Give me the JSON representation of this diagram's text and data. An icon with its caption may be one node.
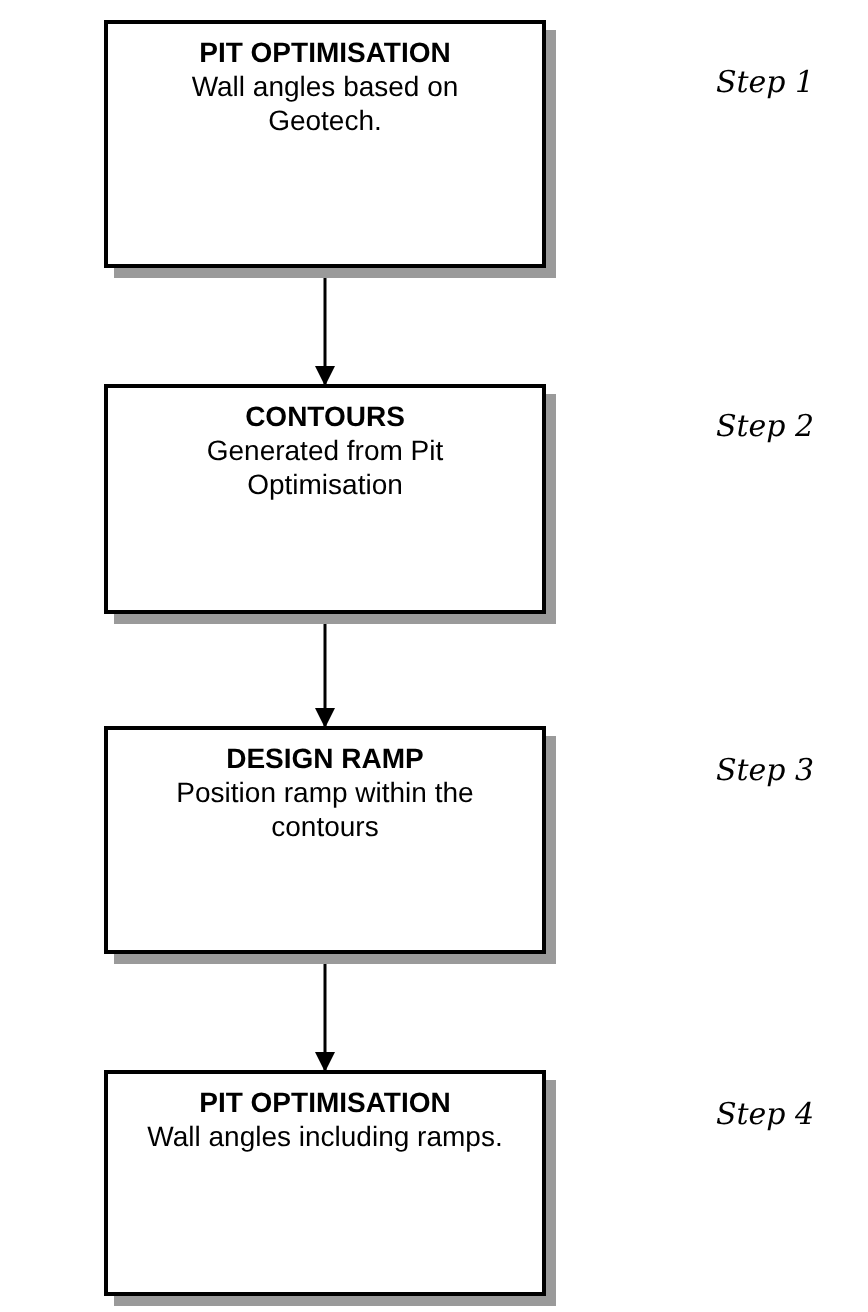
{
  "diagram": {
    "nodes": [
      {
        "text": [
          "PIT OPTIMISATION",
          "Wall angles based on Geotech."
        ]
      },
      {
        "text": [
          "CONTOURS",
          "Generated from Pit Optimisation"
        ]
      },
      {
        "text": [
          "DESIGN RAMP",
          "Position ramp within the contours"
        ]
      },
      {
        "text": [
          "PIT OPTIMISATION",
          "Wall angles including ramps."
        ]
      }
    ],
    "edges": [
      {
        "from": 0,
        "to": 1,
        "arrow": "to"
      },
      {
        "from": 1,
        "to": 2,
        "arrow": "to"
      },
      {
        "from": 2,
        "to": 3,
        "arrow": "to"
      }
    ],
    "labels": [
      "Step 1",
      "Step 2",
      "Step 3",
      "Step 4"
    ]
  }
}
